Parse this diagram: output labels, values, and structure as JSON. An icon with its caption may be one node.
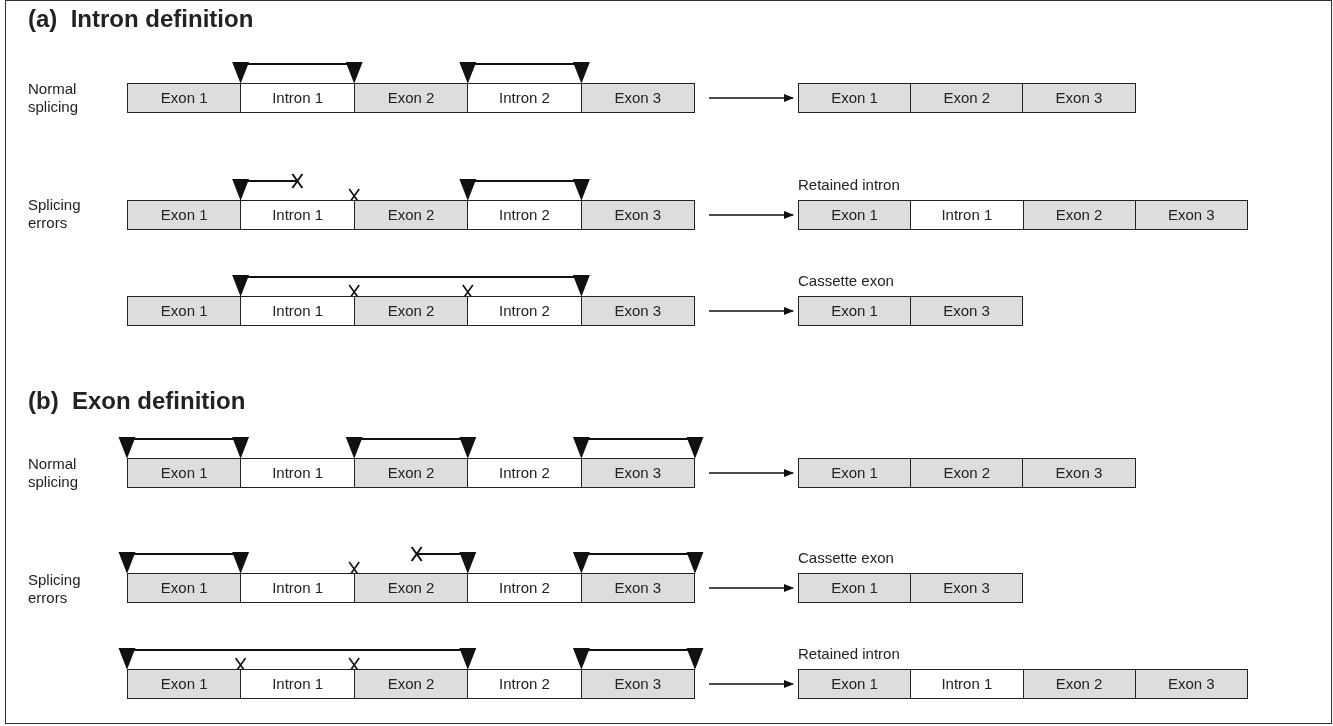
{
  "diagram": {
    "nodes": [
      {
        "text": [],
        "shape": "bar"
      },
      {
        "text": [
          "Exon 1"
        ],
        "in": 0
      },
      {
        "text": [
          "Intron 1"
        ],
        "in": 0
      },
      {
        "text": [
          "Exon 2"
        ],
        "in": 0
      },
      {
        "text": [
          "Intron 2"
        ],
        "in": 0
      },
      {
        "text": [
          "Exon 3"
        ],
        "in": 0
      },
      {
        "text": [],
        "shape": "bar"
      },
      {
        "text": [
          "Exon 1"
        ],
        "in": 6
      },
      {
        "text": [
          "Exon 2"
        ],
        "in": 6
      },
      {
        "text": [
          "Exon 3"
        ],
        "in": 6
      },
      {
        "text": [],
        "shape": "bar"
      },
      {
        "text": [
          "Exon 1"
        ],
        "in": 10
      },
      {
        "text": [
          "Intron 1"
        ],
        "in": 10
      },
      {
        "text": [
          "Exon 2"
        ],
        "in": 10
      },
      {
        "text": [
          "Intron 2"
        ],
        "in": 10
      },
      {
        "text": [
          "Exon 3"
        ],
        "in": 10
      },
      {
        "text": [],
        "shape": "bar",
        "beside": [
          "Retained intron"
        ]
      },
      {
        "text": [
          "Exon 1"
        ],
        "in": 16
      },
      {
        "text": [
          "Intron 1"
        ],
        "in": 16
      },
      {
        "text": [
          "Exon 2"
        ],
        "in": 16
      },
      {
        "text": [
          "Exon 3"
        ],
        "in": 16
      },
      {
        "text": [],
        "shape": "bar"
      },
      {
        "text": [
          "Exon 1"
        ],
        "in": 21
      },
      {
        "text": [
          "Intron 1"
        ],
        "in": 21
      },
      {
        "text": [
          "Exon 2"
        ],
        "in": 21
      },
      {
        "text": [
          "Intron 2"
        ],
        "in": 21
      },
      {
        "text": [
          "Exon 3"
        ],
        "in": 21
      },
      {
        "text": [],
        "shape": "bar",
        "beside": [
          "Cassette exon"
        ]
      },
      {
        "text": [
          "Exon 1"
        ],
        "in": 27
      },
      {
        "text": [
          "Exon 3"
        ],
        "in": 27
      },
      {
        "text": [],
        "shape": "bar"
      },
      {
        "text": [
          "Exon 1"
        ],
        "in": 30
      },
      {
        "text": [
          "Intron 1"
        ],
        "in": 30
      },
      {
        "text": [
          "Exon 2"
        ],
        "in": 30
      },
      {
        "text": [
          "Intron 2"
        ],
        "in": 30
      },
      {
        "text": [
          "Exon 3"
        ],
        "in": 30
      },
      {
        "text": [],
        "shape": "bar"
      },
      {
        "text": [
          "Exon 1"
        ],
        "in": 36
      },
      {
        "text": [
          "Exon 2"
        ],
        "in": 36
      },
      {
        "text": [
          "Exon 3"
        ],
        "in": 36
      },
      {
        "text": [],
        "shape": "bar"
      },
      {
        "text": [
          "Exon 1"
        ],
        "in": 40
      },
      {
        "text": [
          "Intron 1"
        ],
        "in": 40
      },
      {
        "text": [
          "Exon 2"
        ],
        "in": 40
      },
      {
        "text": [
          "Intron 2"
        ],
        "in": 40
      },
      {
        "text": [
          "Exon 3"
        ],
        "in": 40
      },
      {
        "text": [],
        "shape": "bar",
        "beside": [
          "Cassette exon"
        ]
      },
      {
        "text": [
          "Exon 1"
        ],
        "in": 46
      },
      {
        "text": [
          "Exon 3"
        ],
        "in": 46
      },
      {
        "text": [],
        "shape": "bar"
      },
      {
        "text": [
          "Exon 1"
        ],
        "in": 49
      },
      {
        "text": [
          "Intron 1"
        ],
        "in": 49
      },
      {
        "text": [
          "Exon 2"
        ],
        "in": 49
      },
      {
        "text": [
          "Intron 2"
        ],
        "in": 49
      },
      {
        "text": [
          "Exon 3"
        ],
        "in": 49
      },
      {
        "text": [],
        "shape": "bar",
        "beside": [
          "Retained intron"
        ]
      },
      {
        "text": [
          "Exon 1"
        ],
        "in": 55
      },
      {
        "text": [
          "Intron 1"
        ],
        "in": 55
      },
      {
        "text": [
          "Exon 2"
        ],
        "in": 55
      },
      {
        "text": [
          "Exon 3"
        ],
        "in": 55
      }
    ],
    "edges": [
      {
        "from": 0,
        "to": 6,
        "arrow": "to"
      },
      {
        "from": 10,
        "to": 16,
        "arrow": "to"
      },
      {
        "from": 21,
        "to": 27,
        "arrow": "to"
      },
      {
        "from": 30,
        "to": 36,
        "arrow": "to"
      },
      {
        "from": 40,
        "to": 46,
        "arrow": "to"
      },
      {
        "from": 49,
        "to": 55,
        "arrow": "to"
      }
    ],
    "labels": [
      "(a)  Intron definition",
      "Normal splicing",
      "Splicing errors",
      "(b)  Exon definition",
      "Normal splicing",
      "Splicing errors"
    ]
  }
}
